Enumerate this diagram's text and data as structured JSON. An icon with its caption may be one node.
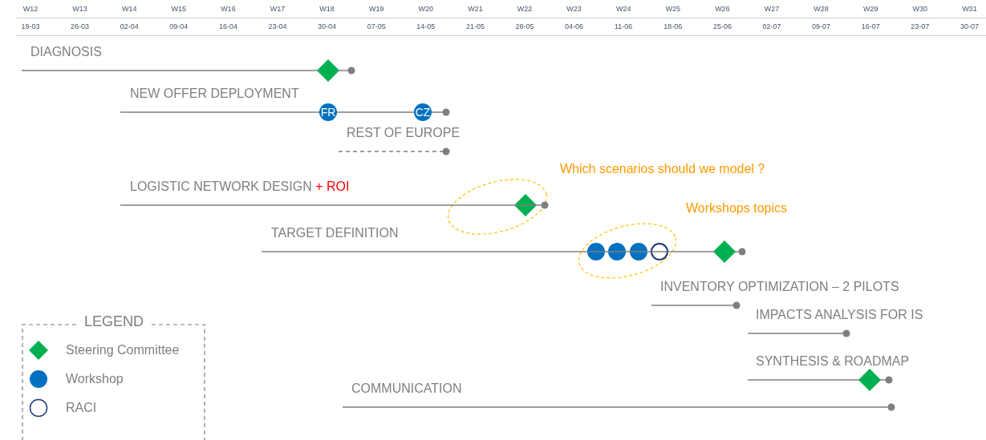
{
  "diagram": {
    "nodes": [
      {
        "text": [
          "DIAGNOSIS"
        ]
      },
      {
        "text": [],
        "shape": "diamond"
      },
      {
        "text": [
          "NEW OFFER DEPLOYMENT"
        ]
      },
      {
        "text": [
          "FR"
        ]
      },
      {
        "text": [
          "CZ"
        ]
      },
      {
        "text": [
          "REST OF EUROPE"
        ]
      },
      {
        "text": [],
        "shape": "ellipse",
        "beside": [
          "Which scenarios should we model ?"
        ]
      },
      {
        "text": [
          "LOGISTIC NETWORK DESIGN",
          "+ ROI"
        ]
      },
      {
        "text": [],
        "shape": "diamond",
        "in": 6
      },
      {
        "text": [],
        "shape": "ellipse",
        "beside": [
          "Workshops topics"
        ]
      },
      {
        "text": [
          "TARGET DEFINITION"
        ]
      },
      {
        "text": [],
        "shape": "circle",
        "in": 9
      },
      {
        "text": [],
        "shape": "circle",
        "in": 9
      },
      {
        "text": [],
        "shape": "circle",
        "in": 9
      },
      {
        "text": [],
        "shape": "circle",
        "in": 9
      },
      {
        "text": [],
        "shape": "diamond"
      },
      {
        "text": [
          "INVENTORY OPTIMIZATION – 2 PILOTS"
        ]
      },
      {
        "text": [
          "IMPACTS ANALYSIS FOR IS"
        ]
      },
      {
        "text": [
          "SYNTHESIS & ROADMAP"
        ]
      },
      {
        "text": [],
        "shape": "diamond"
      },
      {
        "text": [
          "COMMUNICATION"
        ]
      }
    ],
    "labels": [
      "W12",
      "W13",
      "W14",
      "W15",
      "W16",
      "W17",
      "W18",
      "W19",
      "W20",
      "W21",
      "W22",
      "W23",
      "W24",
      "W25",
      "W26",
      "W27",
      "W28",
      "W29",
      "W30",
      "W31",
      "19-03",
      "26-03",
      "02-04",
      "09-04",
      "16-04",
      "23-04",
      "30-04",
      "07-05",
      "14-05",
      "21-05",
      "28-05",
      "04-06",
      "11-06",
      "18-06",
      "25-06",
      "02-07",
      "09-07",
      "16-07",
      "23-07",
      "30-07",
      "LEGEND"
    ],
    "legend": [
      {
        "text": "Steering Committee",
        "color": "#00b050"
      },
      {
        "text": "Workshop",
        "color": "#0070c0"
      },
      {
        "text": "RACI"
      }
    ]
  }
}
